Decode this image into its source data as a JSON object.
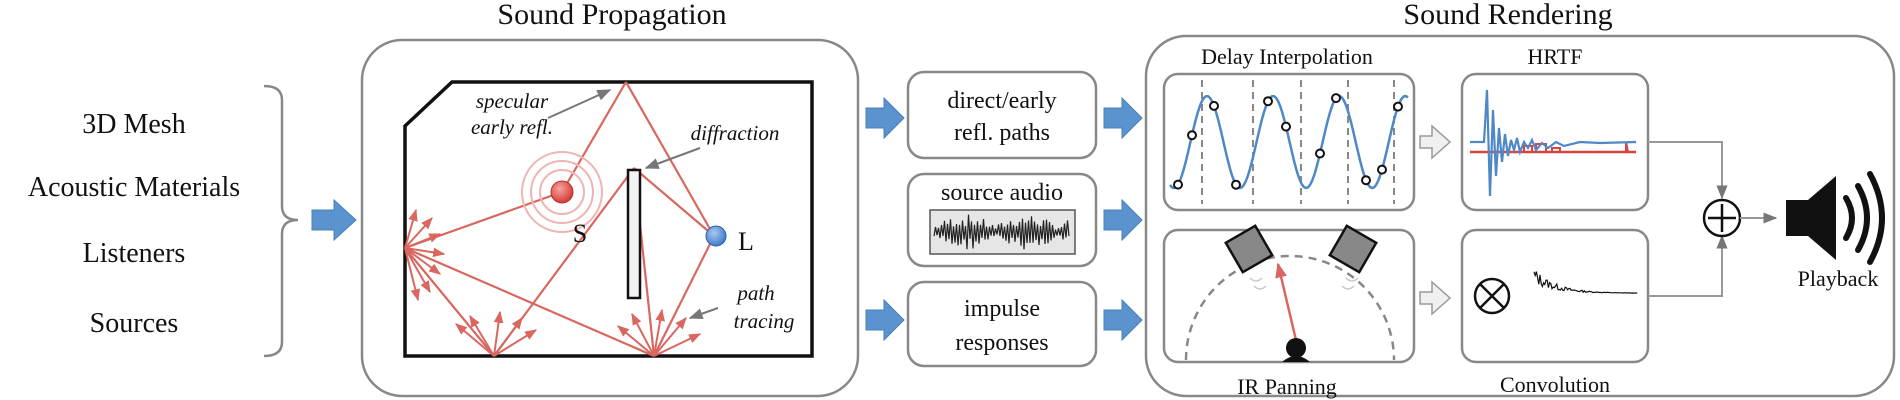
{
  "titles": {
    "propagation": "Sound Propagation",
    "rendering": "Sound Rendering"
  },
  "inputs": [
    "3D Mesh",
    "Acoustic Materials",
    "Listeners",
    "Sources"
  ],
  "scene_labels": {
    "specular_line1": "specular",
    "specular_line2": "early refl.",
    "diffraction": "diffraction",
    "path_line1": "path",
    "path_line2": "tracing",
    "source": "S",
    "listener": "L"
  },
  "middle": {
    "paths_line1": "direct/early",
    "paths_line2": "refl. paths",
    "source_audio": "source audio",
    "impulse_line1": "impulse",
    "impulse_line2": "responses"
  },
  "rendering_labels": {
    "delay": "Delay Interpolation",
    "hrtf": "HRTF",
    "panning": "IR Panning",
    "convolution": "Convolution",
    "playback": "Playback"
  },
  "colors": {
    "ray": "#d9675f",
    "arrow_blue": "#5b93cf",
    "signal_blue": "#4f88c6",
    "source_red": "#d9433f",
    "listener_blue": "#4a86cf"
  }
}
